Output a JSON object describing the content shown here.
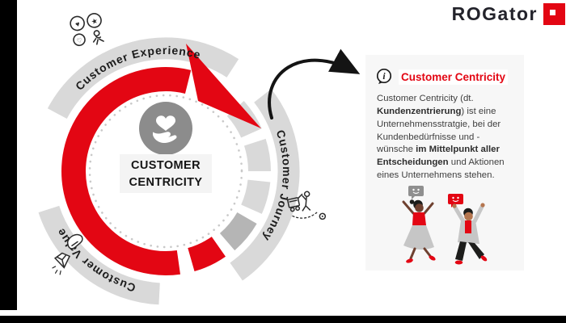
{
  "logo": {
    "text": "ROGator",
    "accent_color": "#e30613"
  },
  "colors": {
    "accent_red": "#e30613",
    "band_gray": "#d9d9d9",
    "segment_dark_gray": "#b5b5b5",
    "center_icon_gray": "#8c8c8c",
    "dotted_circle_gray": "#c9c9c9",
    "infobox_bg": "#f7f7f7",
    "frame_black": "#000000"
  },
  "diagram": {
    "center": {
      "line1": "CUSTOMER",
      "line2": "CENTRICITY",
      "icon": "heart-in-hand-icon"
    },
    "labels": {
      "experience": "Customer Experience",
      "journey": "Customer Journey",
      "value": "Customer Value"
    },
    "icons": [
      "experience-symbols-icon",
      "shopping-journey-icon",
      "hand-diamond-icon"
    ]
  },
  "arrow": {
    "description": "curved-arrow-to-infobox"
  },
  "infobox": {
    "icon": "info-speech-bubble-icon",
    "title": "Customer Centricity",
    "body": {
      "seg1": "Customer Centricity (dt. ",
      "seg2": "Kundenzentrierung",
      "seg3": ") ist eine Unternehmensstratgie, bei der Kundenbedürfnisse und - wünsche ",
      "seg4": "im Mittelpunkt aller Entscheidungen",
      "seg5": " und Aktionen eines Unternehmens stehen."
    },
    "illustration": "two-people-celebrating"
  }
}
